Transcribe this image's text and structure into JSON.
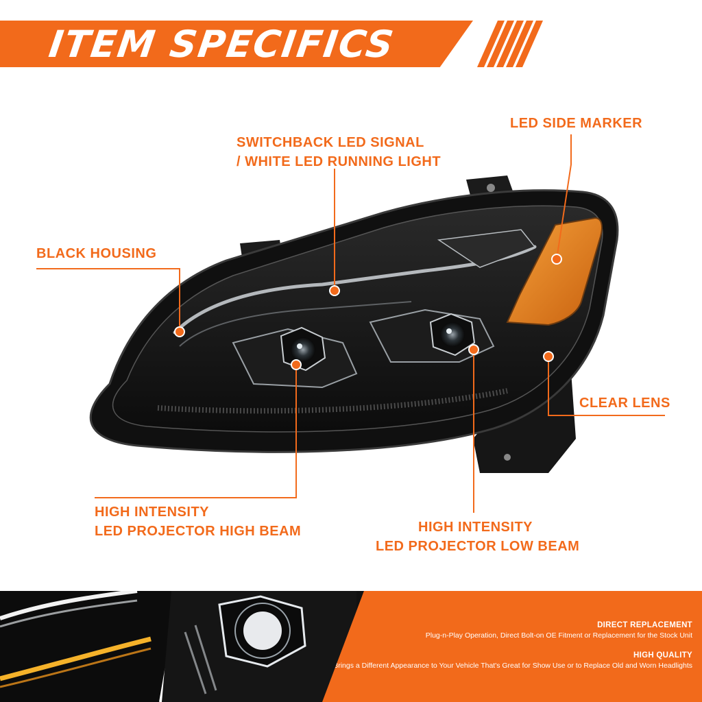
{
  "header": {
    "title": "ITEM SPECIFICS"
  },
  "callouts": {
    "black_housing": "BLACK HOUSING",
    "signal_line1": "SWITCHBACK LED SIGNAL",
    "signal_line2": "/ WHITE LED RUNNING LIGHT",
    "side_marker": "LED SIDE MARKER",
    "clear_lens": "CLEAR LENS",
    "high_beam_line1": "HIGH INTENSITY",
    "high_beam_line2": "LED PROJECTOR HIGH BEAM",
    "low_beam_line1": "HIGH INTENSITY",
    "low_beam_line2": "LED PROJECTOR LOW BEAM"
  },
  "features": [
    {
      "title": "DIRECT REPLACEMENT",
      "description": "Plug-n-Play Operation, Direct Bolt-on OE Fitment or Replacement for the Stock Unit"
    },
    {
      "title": "HIGH QUALITY",
      "description": "Brings a Different Appearance to Your Vehicle That's Great for Show Use or to Replace Old and Worn Headlights"
    }
  ],
  "colors": {
    "accent": "#f26a1b",
    "housing": "#141414",
    "amber": "#e8891f"
  }
}
